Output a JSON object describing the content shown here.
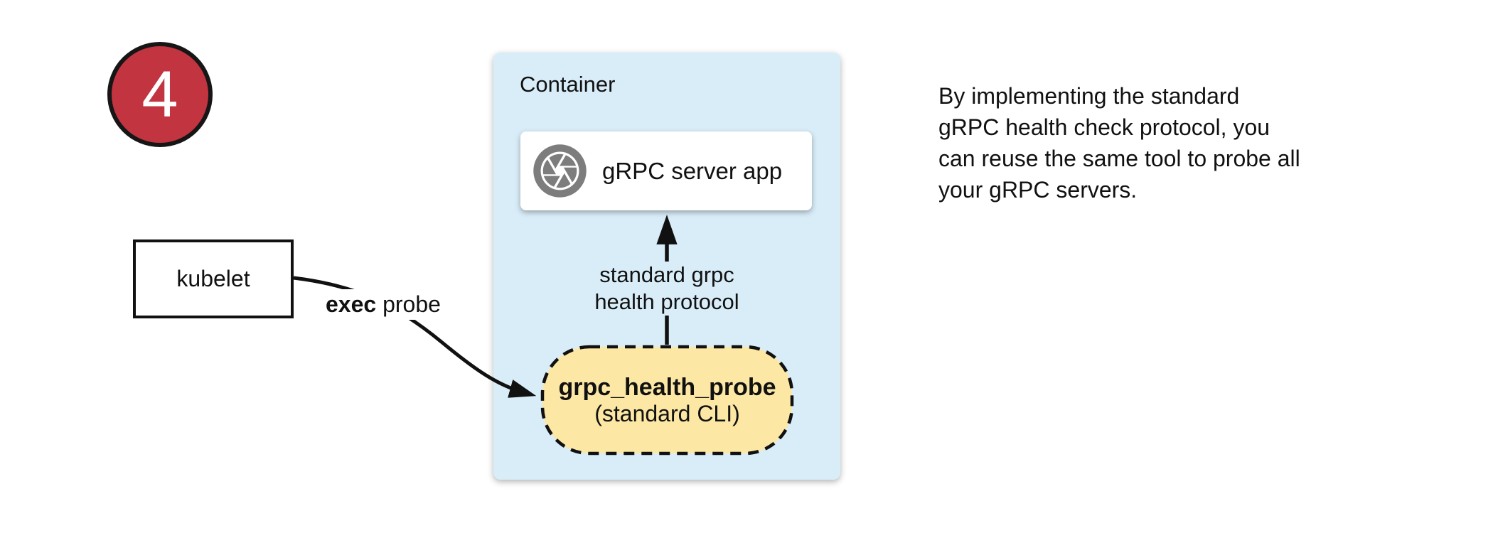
{
  "step_badge": {
    "number": "4"
  },
  "kubelet": {
    "label": "kubelet"
  },
  "exec_probe_label": {
    "bold": "exec",
    "rest": " probe"
  },
  "container": {
    "title": "Container",
    "server_app": {
      "label": "gRPC server app",
      "icon": "aperture-icon"
    },
    "protocol_arrow_label": "standard grpc\nhealth protocol",
    "probe": {
      "title": "grpc_health_probe",
      "subtitle": "(standard CLI)"
    }
  },
  "description": "By implementing the standard\ngRPC health check protocol, you\ncan reuse the same tool to probe all\nyour gRPC servers.",
  "colors": {
    "badge_red": "#c23440",
    "container_blue": "#d9edf9",
    "probe_yellow": "#fce8a4",
    "icon_gray": "#7d7d7d",
    "line_black": "#111111"
  }
}
